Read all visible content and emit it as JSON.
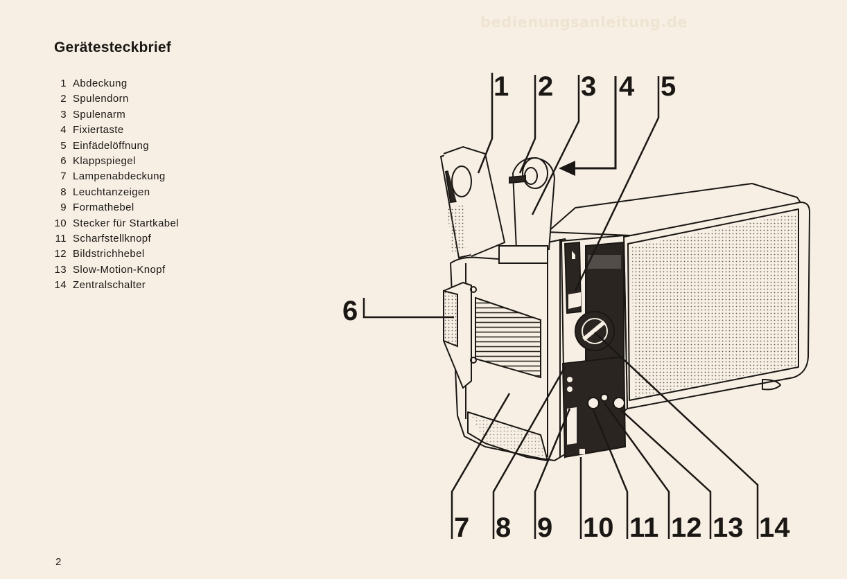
{
  "watermark": "bedienungsanleitung.de",
  "title": "Gerätesteckbrief",
  "parts": [
    {
      "num": "1",
      "label": "Abdeckung"
    },
    {
      "num": "2",
      "label": "Spulendorn"
    },
    {
      "num": "3",
      "label": "Spulenarm"
    },
    {
      "num": "4",
      "label": "Fixiertaste"
    },
    {
      "num": "5",
      "label": "Einfädelöffnung"
    },
    {
      "num": "6",
      "label": "Klappspiegel"
    },
    {
      "num": "7",
      "label": "Lampenabdeckung"
    },
    {
      "num": "8",
      "label": "Leuchtanzeigen"
    },
    {
      "num": "9",
      "label": "Formathebel"
    },
    {
      "num": "10",
      "label": "Stecker für Startkabel"
    },
    {
      "num": "11",
      "label": "Scharfstellknopf"
    },
    {
      "num": "12",
      "label": "Bildstrichhebel"
    },
    {
      "num": "13",
      "label": "Slow-Motion-Knopf"
    },
    {
      "num": "14",
      "label": "Zentralschalter"
    }
  ],
  "page_number": "2"
}
